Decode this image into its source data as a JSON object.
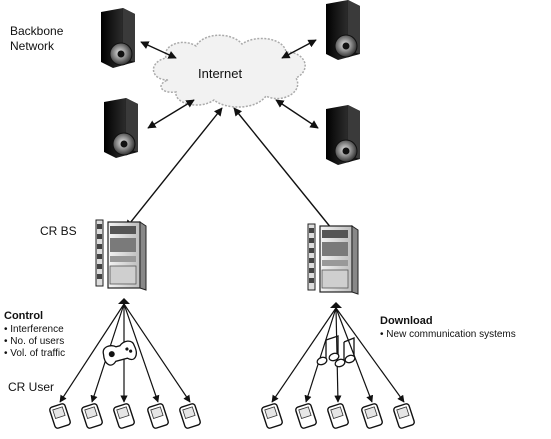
{
  "labels": {
    "backbone_line1": "Backbone",
    "backbone_line2": "Network",
    "internet": "Internet",
    "cr_bs": "CR BS",
    "cr_user": "CR User",
    "control_title": "Control",
    "control_items": [
      "Interference",
      "No. of users",
      "Vol. of traffic"
    ],
    "download_title": "Download",
    "download_items": [
      "New communication systems"
    ]
  },
  "icons": {
    "server": "server-icon",
    "cloud": "cloud-icon",
    "base_station": "base-station-icon",
    "device": "mobile-device-icon",
    "gamepad": "gamepad-icon",
    "music": "music-note-icon"
  },
  "colors": {
    "line": "#111111",
    "cloud_fill": "#f2f2f2",
    "server_dark": "#1a1a1a"
  }
}
